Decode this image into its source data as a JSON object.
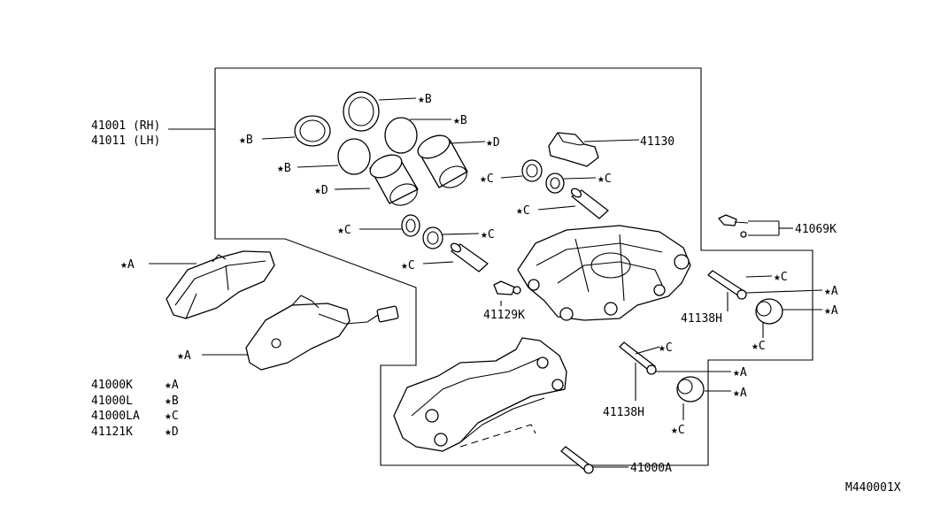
{
  "labels": {
    "caliper_rh": "41001 (RH)",
    "caliper_lh": "41011 (LH)",
    "bracket_41130": "41130",
    "sensor_41069k": "41069K",
    "bleeder_41129k": "41129K",
    "pin_bolt_upper": "41138H",
    "pin_bolt_lower": "41138H",
    "mount_bolt": "41000A",
    "figure_code": "M440001X"
  },
  "callout_marks": {
    "b1": "★B",
    "b2": "★B",
    "b3": "★B",
    "b4": "★B",
    "d1": "★D",
    "d2": "★D",
    "c1": "★C",
    "c2": "★C",
    "c3": "★C",
    "c4": "★C",
    "c5": "★C",
    "c6": "★C",
    "c7": "★C",
    "c8": "★C",
    "c9": "★C",
    "a1": "★A",
    "a2": "★A",
    "a3": "★A",
    "a4": "★A",
    "a5": "★A",
    "a6": "★A"
  },
  "legend": [
    {
      "part": "41000K",
      "mark": "★A"
    },
    {
      "part": "41000L",
      "mark": "★B"
    },
    {
      "part": "41000LA",
      "mark": "★C"
    },
    {
      "part": "41121K",
      "mark": "★D"
    }
  ]
}
